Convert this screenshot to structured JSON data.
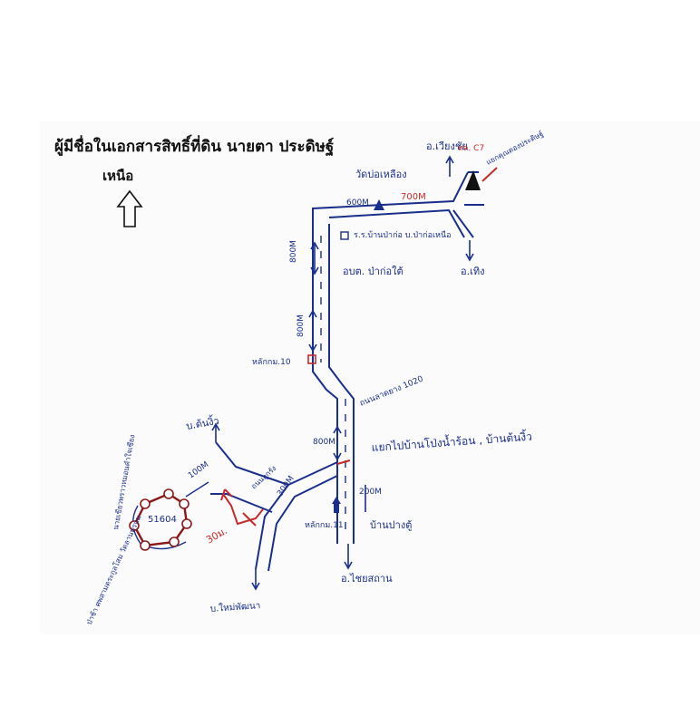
{
  "header": {
    "title": "ผู้มีชื่อในเอกสารสิทธิ์ที่ดิน นายตา ประดิษฐ์",
    "north_label": "เหนือ"
  },
  "labels": {
    "top_town": "อ.เวียงชัย",
    "temple": "วัดบ่อเหลือง",
    "signpost_red": "ทล. C7",
    "top_right_place": "แยกคุณตองประดิษฐ์",
    "dist_600": "600M",
    "dist_700": "700M",
    "school": "ร.ร.บ้านป่าก่อ บ.ป่าก่อเหนือ",
    "dist_800_upper": "800M",
    "village_pakoh": "อบต. ป่าก่อใต้",
    "right_district": "อ.เทิง",
    "dist_800_mid": "800M",
    "marker_10": "หลักกม.10",
    "road_name": "ถนนลาดยาง 1020",
    "village_tonngiew": "บ.ต้นงิ้ว",
    "side_road": "ถนนลูกรัง",
    "dist_800_lower": "800M",
    "junction_note": "แยกไปบ้านโป่งน้ำร้อน , บ้านต้นงิ้ว",
    "plot_id": "51604",
    "plot_owner": "นายเขียวพราวหมอนคำใจเซียง",
    "dist_100": "100M",
    "dist_300": "300M",
    "dist_200": "200M",
    "dist_30_red": "30ม.",
    "marker_11": "หลักกม.11",
    "village_pangtu": "บ้านปางตู้",
    "cemetery": "ป่าช้า ศพสามตระกูลโสม วัดลานพรหม",
    "down_district": "อ.ไชยสถาน",
    "bottom_village": "บ.ใหม่พัฒนา"
  }
}
